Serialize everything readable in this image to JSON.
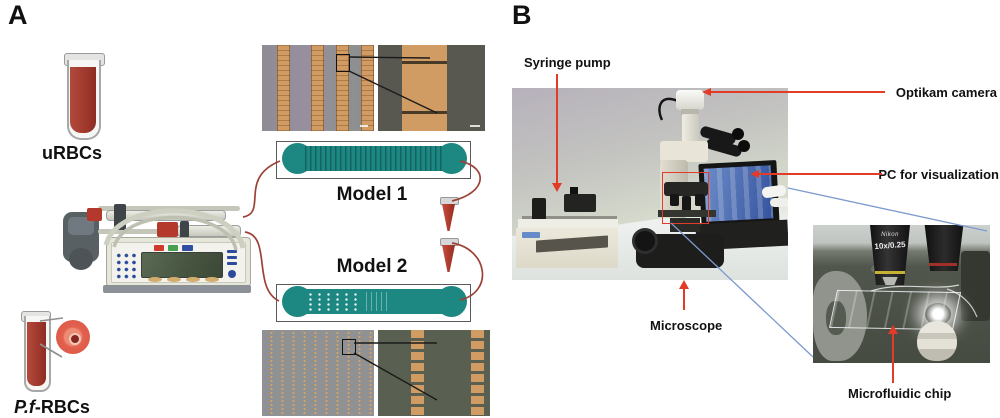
{
  "panel_a": {
    "label": "A",
    "urbcs_label": "uRBCs",
    "pf_prefix": "P.f",
    "pf_suffix": "-RBCs",
    "model1_label": "Model 1",
    "model2_label": "Model 2"
  },
  "panel_b": {
    "label": "B",
    "annotations": {
      "syringe_pump": "Syringe pump",
      "optikam_camera": "Optikam camera",
      "pc_visualization": "PC for visualization",
      "microscope": "Microscope",
      "microfluidic_chip": "Microfluidic chip"
    },
    "inset": {
      "objective_brand": "Nikon",
      "objective_spec": "10x/0.25"
    }
  },
  "colors": {
    "annotation_red": "#e23b28",
    "connector_blue": "#7b9bce",
    "chip_teal": "#1d8782",
    "blood_red": "#9c352a",
    "channel_orange": "#d19c64",
    "tube_line_brown": "#9b4236"
  }
}
